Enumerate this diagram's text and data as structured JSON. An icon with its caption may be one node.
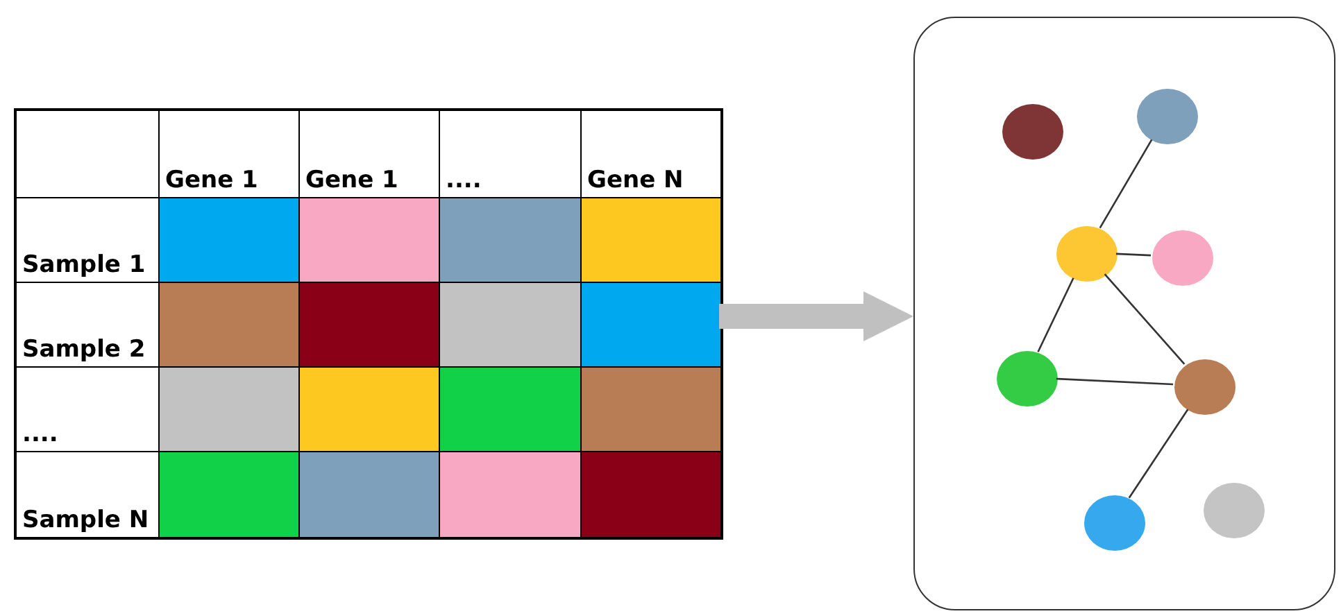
{
  "diagram": {
    "nodes": [
      {
        "text": [
          "Gene 1",
          "Gene 1",
          "....",
          "Gene N",
          "Sample 1",
          "Sample 2",
          "....",
          "Sample N"
        ]
      },
      {
        "text": [],
        "shape": "box"
      },
      {
        "text": [],
        "shape": "circle",
        "in": 1
      },
      {
        "text": [],
        "shape": "circle",
        "in": 1
      },
      {
        "text": [],
        "shape": "circle",
        "in": 1
      },
      {
        "text": [],
        "shape": "circle",
        "in": 1
      },
      {
        "text": [],
        "shape": "circle",
        "in": 1
      },
      {
        "text": [],
        "shape": "circle",
        "in": 1
      },
      {
        "text": [],
        "shape": "circle",
        "in": 1
      },
      {
        "text": [],
        "shape": "circle",
        "in": 1
      }
    ],
    "edges": [
      {
        "from": 0,
        "to": 1,
        "arrow": "to",
        "style": "thick",
        "color": "#c0c0c0"
      },
      {
        "from": 3,
        "to": 4,
        "arrow": "none"
      },
      {
        "from": 4,
        "to": 5,
        "arrow": "none"
      },
      {
        "from": 4,
        "to": 6,
        "arrow": "none"
      },
      {
        "from": 4,
        "to": 7,
        "arrow": "none"
      },
      {
        "from": 6,
        "to": 7,
        "arrow": "none"
      },
      {
        "from": 7,
        "to": 8,
        "arrow": "none"
      }
    ]
  }
}
